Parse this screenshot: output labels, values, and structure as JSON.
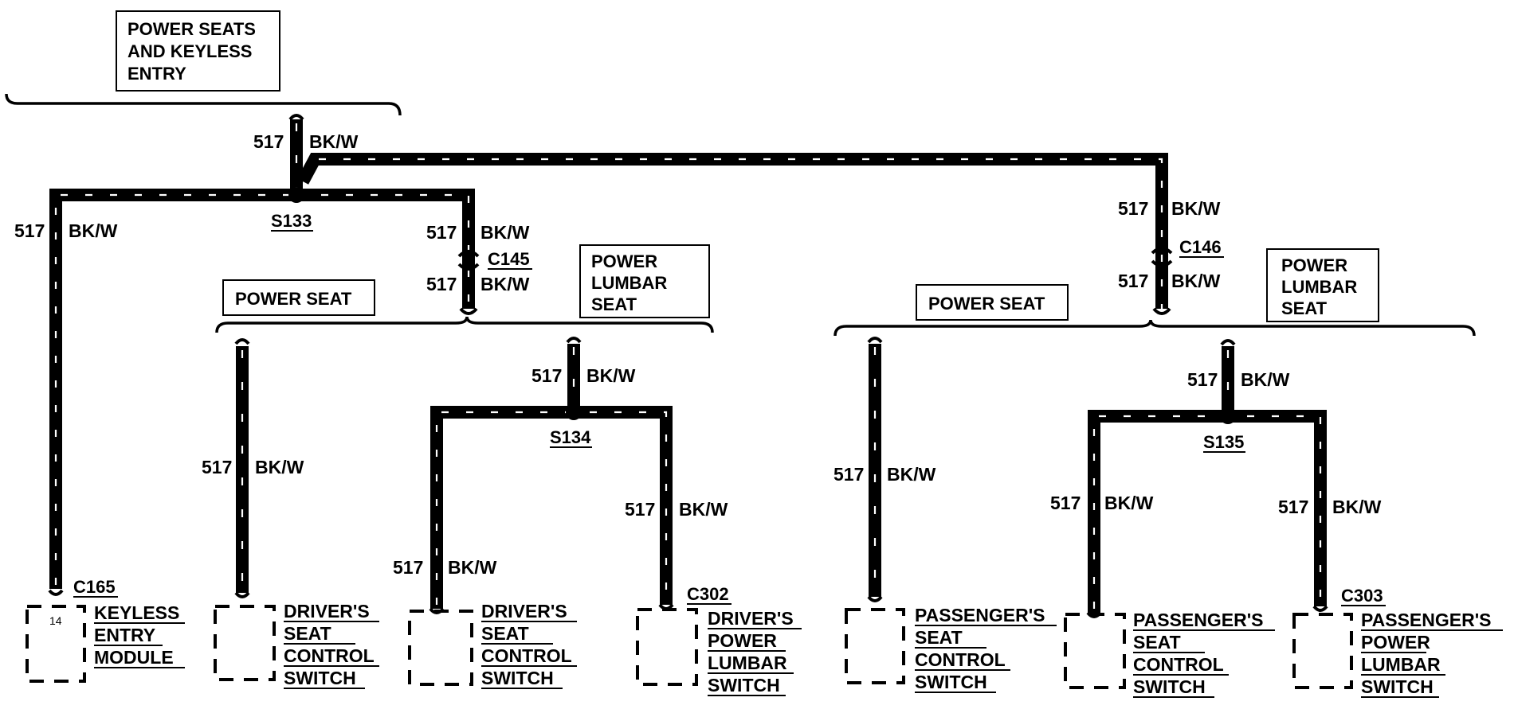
{
  "labels": {
    "circuit": "517",
    "color": "BK/W",
    "power_seats_keyless": [
      "POWER SEATS",
      "AND KEYLESS",
      "ENTRY"
    ],
    "power_seat": "POWER SEAT",
    "power_lumbar": [
      "POWER",
      "LUMBAR",
      "SEAT"
    ]
  },
  "splices": [
    "S133",
    "S134",
    "S135"
  ],
  "connectors": [
    "C145",
    "C146",
    "C165",
    "C302",
    "C303"
  ],
  "components": {
    "keyless": {
      "pin": "14",
      "lines": [
        "KEYLESS",
        "ENTRY",
        "MODULE"
      ]
    },
    "drivers_seat_switch": [
      "DRIVER'S",
      "SEAT",
      "CONTROL",
      "SWITCH"
    ],
    "drivers_power_lumbar": [
      "DRIVER'S",
      "POWER",
      "LUMBAR",
      "SWITCH"
    ],
    "passengers_seat_switch": [
      "PASSENGER'S",
      "SEAT",
      "CONTROL",
      "SWITCH"
    ],
    "passengers_power_lumbar": [
      "PASSENGER'S",
      "POWER",
      "LUMBAR",
      "SWITCH"
    ]
  },
  "colors": {
    "ink": "#000000",
    "paper": "#ffffff"
  }
}
